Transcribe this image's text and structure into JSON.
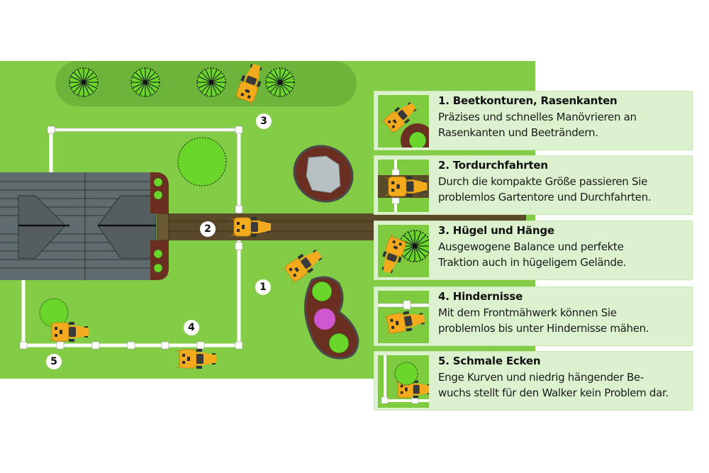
{
  "colors": {
    "lawn": "#83cc45",
    "hedge_bed": "#6db43a",
    "panel_bg": "#dcf2cf",
    "mower": "#f3aa1c",
    "soil": "#6b2f22",
    "path": "#5a4a2a",
    "roof": "#5f6b6f",
    "flowers": "#d55ad9"
  },
  "markers": [
    {
      "number": "1",
      "label": "Beetkonturen, Rasenkanten"
    },
    {
      "number": "2",
      "label": "Tordurchfahrten"
    },
    {
      "number": "3",
      "label": "Hügel und Hänge"
    },
    {
      "number": "4",
      "label": "Hindernisse"
    },
    {
      "number": "5",
      "label": "Schmale Ecken"
    }
  ],
  "panels": [
    {
      "title": "1. Beetkonturen, Rasenkanten",
      "lines": [
        "Präzises und schnelles Manövrieren an",
        "Rasenkanten und Beeträndern."
      ]
    },
    {
      "title": "2. Tordurchfahrten",
      "lines": [
        "Durch die kompakte Größe passieren Sie",
        "problemlos Gartentore und Durchfahrten."
      ]
    },
    {
      "title": "3. Hügel und Hänge",
      "lines": [
        "Ausgewogene Balance und perfekte",
        "Traktion auch in hügeligem Gelände."
      ]
    },
    {
      "title": "4. Hindernisse",
      "lines": [
        "Mit dem Frontmähwerk können Sie",
        "problemlos bis unter Hindernisse mähen."
      ]
    },
    {
      "title": "5. Schmale Ecken",
      "lines": [
        "Enge Kurven und niedrig hängender Be-",
        "wuchs stellt für den Walker kein Problem dar."
      ]
    }
  ]
}
